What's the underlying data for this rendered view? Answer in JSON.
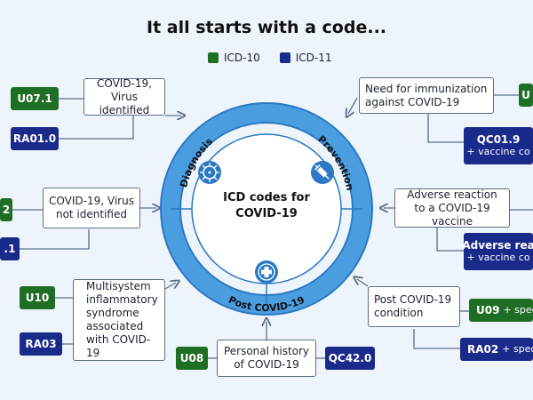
{
  "title": "It all starts with a code...",
  "legend": [
    {
      "label": "ICD-10",
      "color": "#1f6e25"
    },
    {
      "label": "ICD-11",
      "color": "#1a2a8a"
    }
  ],
  "center": {
    "title": "ICD codes for COVID-19"
  },
  "ring_labels": {
    "diagnosis": "Diagnosis",
    "prevention": "Prevention",
    "post": "Post COVID-19"
  },
  "boxes": {
    "virus_identified": "COVID-19, Virus identified",
    "virus_not_identified": "COVID-19, Virus not identified",
    "multisystem": "Multisystem inflammatory syndrome associated with COVID-19",
    "personal_history": "Personal history of COVID-19",
    "need_immunization": "Need for immunization against COVID-19",
    "adverse_reaction": "Adverse reaction to a COVID-19 vaccine",
    "post_condition": "Post COVID-19 condition"
  },
  "codes": {
    "u071": "U07.1",
    "ra010": "RA01.0",
    "u072_partial": "2",
    "ra011_partial": ".1",
    "u10": "U10",
    "ra03": "RA03",
    "u08": "U08",
    "qc420": "QC42.0",
    "u11_partial": "U",
    "qc019": "QC01.9",
    "qc019_sub": "+ vaccine co",
    "adverse_main": "Adverse rea",
    "adverse_sub": "+ vaccine co",
    "u09": "U09",
    "u09_sub": "+ speci",
    "ra02": "RA02",
    "ra02_sub": "+ speci"
  },
  "colors": {
    "icd10": "#1f6e25",
    "icd11": "#1a2a8a",
    "ring": "#4a9ee0",
    "ring_dark": "#2b78c4"
  },
  "icons": [
    "virus-icon",
    "syringe-icon",
    "medical-cross-icon"
  ]
}
